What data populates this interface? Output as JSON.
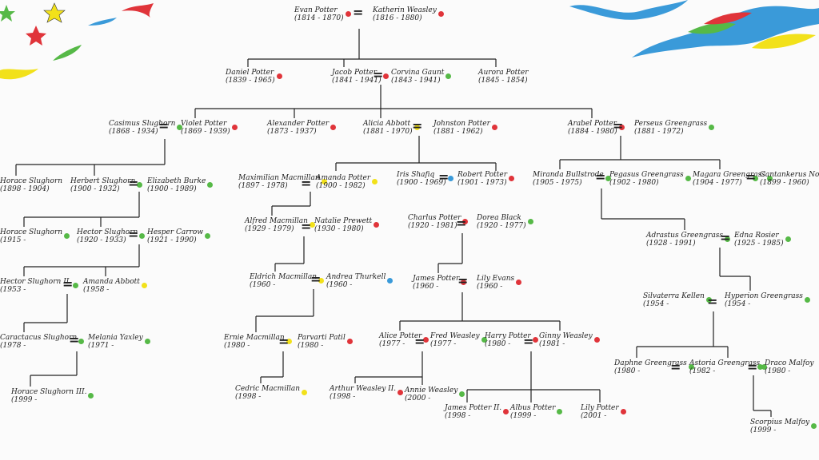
{
  "colors": {
    "red": "#e0343a",
    "green": "#56b947",
    "yellow": "#f2e11a",
    "blue": "#3a9ad9",
    "line": "#222222"
  },
  "people": [
    {
      "id": "evan",
      "name": "Evan Potter",
      "years": "(1814 - 1870)",
      "dot": "red"
    },
    {
      "id": "katherin",
      "name": "Katherin Weasley",
      "years": "(1816 - 1880)",
      "dot": "red"
    },
    {
      "id": "daniel",
      "name": "Daniel Potter",
      "years": "(1839 - 1965)",
      "dot": "red"
    },
    {
      "id": "jacob",
      "name": "Jacob Potter",
      "years": "(1841 - 1941)",
      "dot": "red"
    },
    {
      "id": "corvina",
      "name": "Corvina Gaunt",
      "years": "(1843 - 1941)",
      "dot": "green"
    },
    {
      "id": "aurora",
      "name": "Aurora Potter",
      "years": "(1845 - 1854)",
      "dot": ""
    },
    {
      "id": "casimus",
      "name": "Casimus Slughorn",
      "years": "(1868 - 1934)",
      "dot": "green"
    },
    {
      "id": "violet",
      "name": "Violet Potter",
      "years": "(1869 - 1939)",
      "dot": "red"
    },
    {
      "id": "alexander",
      "name": "Alexander Potter",
      "years": "(1873 - 1937)",
      "dot": "red"
    },
    {
      "id": "alicia",
      "name": "Alicia Abbott",
      "years": "(1881 - 1970)",
      "dot": "yellow"
    },
    {
      "id": "johnston",
      "name": "Johnston Potter",
      "years": "(1881 - 1962)",
      "dot": "red"
    },
    {
      "id": "arabel",
      "name": "Arabel Potter",
      "years": "(1884 - 1980)",
      "dot": "red"
    },
    {
      "id": "perseus",
      "name": "Perseus Greengrass",
      "years": "(1881 - 1972)",
      "dot": "green"
    },
    {
      "id": "horace1",
      "name": "Horace Slughorn",
      "years": "(1898 - 1904)",
      "dot": "white"
    },
    {
      "id": "herbert",
      "name": "Herbert Slughorn",
      "years": "(1900 - 1932)",
      "dot": "green"
    },
    {
      "id": "elizabeth",
      "name": "Elizabeth Burke",
      "years": "(1900 - 1989)",
      "dot": "green"
    },
    {
      "id": "maximilian",
      "name": "Maximilian Macmillan",
      "years": "(1897 - 1978)",
      "dot": "yellow"
    },
    {
      "id": "amandap",
      "name": "Amanda Potter",
      "years": "(1900 - 1982)",
      "dot": "yellow"
    },
    {
      "id": "iris",
      "name": "Iris Shafiq",
      "years": "(1900 - 1969)",
      "dot": "blue"
    },
    {
      "id": "robert",
      "name": "Robert Potter",
      "years": "(1901 - 1973)",
      "dot": "red"
    },
    {
      "id": "miranda",
      "name": "Miranda Bullstrode",
      "years": "(1905 - 1975)",
      "dot": "green"
    },
    {
      "id": "pegasus",
      "name": "Pegasus Greengrass",
      "years": "(1902 - 1980)",
      "dot": "green"
    },
    {
      "id": "magara",
      "name": "Magara Greengrass",
      "years": "(1904 - 1977)",
      "dot": "green"
    },
    {
      "id": "cantankerus",
      "name": "Cantankerus Nott",
      "years": "(1899 - 1960)",
      "dot": "green"
    },
    {
      "id": "horace2",
      "name": "Horace Slughorn",
      "years": "(1915 -",
      "dot": "green"
    },
    {
      "id": "hector1",
      "name": "Hector Slughorn",
      "years": "(1920 - 1933)",
      "dot": "green"
    },
    {
      "id": "hesper",
      "name": "Hesper Carrow",
      "years": "(1921 - 1990)",
      "dot": "green"
    },
    {
      "id": "alfred",
      "name": "Alfred Macmillan",
      "years": "(1929 - 1979)",
      "dot": "yellow"
    },
    {
      "id": "natalie",
      "name": "Natalie Prewett",
      "years": "(1930 - 1980)",
      "dot": "red"
    },
    {
      "id": "charlus",
      "name": "Charlus Potter",
      "years": "(1920 - 1981)",
      "dot": "red"
    },
    {
      "id": "dorea",
      "name": "Dorea Black",
      "years": "(1920 - 1977)",
      "dot": "green"
    },
    {
      "id": "adrastus",
      "name": "Adrastus Greengrass",
      "years": "(1928 - 1991)",
      "dot": "green"
    },
    {
      "id": "edna",
      "name": "Edna Rosier",
      "years": "(1925 - 1985)",
      "dot": "green"
    },
    {
      "id": "hector2",
      "name": "Hector Slughorn II.",
      "years": "(1953 -",
      "dot": "green"
    },
    {
      "id": "amandaa",
      "name": "Amanda Abbott",
      "years": "(1958 -",
      "dot": "yellow"
    },
    {
      "id": "eldrich",
      "name": "Eldrich Macmillan",
      "years": "(1960 -",
      "dot": "yellow"
    },
    {
      "id": "andrea",
      "name": "Andrea Thurkell",
      "years": "(1960 -",
      "dot": "blue"
    },
    {
      "id": "james1",
      "name": "James Potter",
      "years": "(1960 -",
      "dot": "red"
    },
    {
      "id": "lily1",
      "name": "Lily Evans",
      "years": "(1960 -",
      "dot": "red"
    },
    {
      "id": "silvaterra",
      "name": "Silvaterra Kellen",
      "years": "(1954 -",
      "dot": "green"
    },
    {
      "id": "hyperion",
      "name": "Hyperion Greengrass",
      "years": "(1954 -",
      "dot": "green"
    },
    {
      "id": "caractacus",
      "name": "Caractacus Slughorn",
      "years": "(1978 -",
      "dot": "green"
    },
    {
      "id": "melania",
      "name": "Melania Yaxley",
      "years": "(1971 -",
      "dot": "green"
    },
    {
      "id": "ernie",
      "name": "Ernie Macmillan",
      "years": "(1980 -",
      "dot": "yellow"
    },
    {
      "id": "parvati",
      "name": "Parvarti Patil",
      "years": "(1980 -",
      "dot": "red"
    },
    {
      "id": "alice",
      "name": "Alice Potter",
      "years": "(1977 -",
      "dot": "red"
    },
    {
      "id": "fred",
      "name": "Fred Weasley",
      "years": "(1977 -",
      "dot": "green"
    },
    {
      "id": "harry",
      "name": "Harry Potter",
      "years": "(1980 -",
      "dot": "red"
    },
    {
      "id": "ginny",
      "name": "Ginny Weasley",
      "years": "(1981 -",
      "dot": "red"
    },
    {
      "id": "daphne",
      "name": "Daphne Greengrass",
      "years": "(1980 -",
      "dot": "green"
    },
    {
      "id": "astoria",
      "name": "Astoria Greengrass",
      "years": "(1982 -",
      "dot": "green"
    },
    {
      "id": "draco",
      "name": "Draco Malfoy",
      "years": "(1980 -",
      "dot": "green"
    },
    {
      "id": "horace3",
      "name": "Horace Slughorn III.",
      "years": "(1999 -",
      "dot": "green"
    },
    {
      "id": "cedric",
      "name": "Cedric Macmillan",
      "years": "(1998 -",
      "dot": "yellow"
    },
    {
      "id": "arthur",
      "name": "Arthur Weasley II.",
      "years": "(1998 -",
      "dot": "red"
    },
    {
      "id": "annie",
      "name": "Annie Weasley",
      "years": "(2000 -",
      "dot": "green"
    },
    {
      "id": "james2",
      "name": "James Potter II.",
      "years": "(1998 -",
      "dot": "red"
    },
    {
      "id": "albus",
      "name": "Albus Potter",
      "years": "(1999 -",
      "dot": "green"
    },
    {
      "id": "lily2",
      "name": "Lily Potter",
      "years": "(2001 -",
      "dot": "red"
    },
    {
      "id": "scorpius",
      "name": "Scorpius Malfoy",
      "years": "(1999 -",
      "dot": "green"
    }
  ]
}
